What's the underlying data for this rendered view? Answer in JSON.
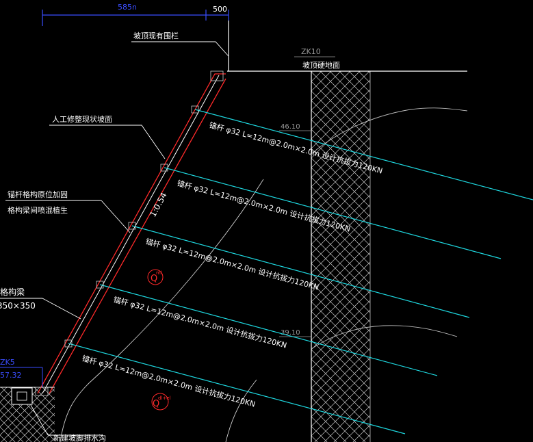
{
  "dimensions": {
    "width_label": "585n",
    "offset_label": "500"
  },
  "labels": {
    "top_railing": "坡顶现有围栏",
    "top_ground": "坡顶硬地面",
    "slope_surface": "人工修整现状坡面",
    "reinforce_1": "锚杆格构原位加固",
    "reinforce_2": "格构梁间喷混植生",
    "lattice_beam": "格构梁",
    "lattice_size": "350×350",
    "slope_ratio": "1:0.54",
    "drain": "新建坡脚排水沟"
  },
  "boreholes": {
    "top": {
      "name": "ZK10"
    },
    "bottom": {
      "name": "ZK5",
      "elev": "57.32"
    }
  },
  "elevations": {
    "upper": "46.10",
    "lower": "39.10"
  },
  "strata_markers": {
    "upper": "Q",
    "upper_sup": "ml",
    "lower": "Q",
    "lower_sup": "dl+el"
  },
  "anchors": [
    {
      "text": "锚杆  φ32  L=12m@2.0m×2.0m 设计抗拔力120KN"
    },
    {
      "text": "锚杆  φ32  L=12m@2.0m×2.0m 设计抗拔力120KN"
    },
    {
      "text": "锚杆  φ32  L=12m@2.0m×2.0m 设计抗拔力120KN"
    },
    {
      "text": "锚杆  φ32  L=12m@2.0m×2.0m 设计抗拔力120KN"
    },
    {
      "text": "锚杆  φ32  L=12m@2.0m×2.0m 设计抗拔力120KN"
    }
  ],
  "colors": {
    "background": "#000000",
    "anchor": "#1ed8e0",
    "slope_outline": "#ff2a2a",
    "linework": "#ffffff",
    "dimension": "#3a4dff",
    "hatch": "#cfcfcf",
    "grey_text": "#9a9a9a"
  }
}
